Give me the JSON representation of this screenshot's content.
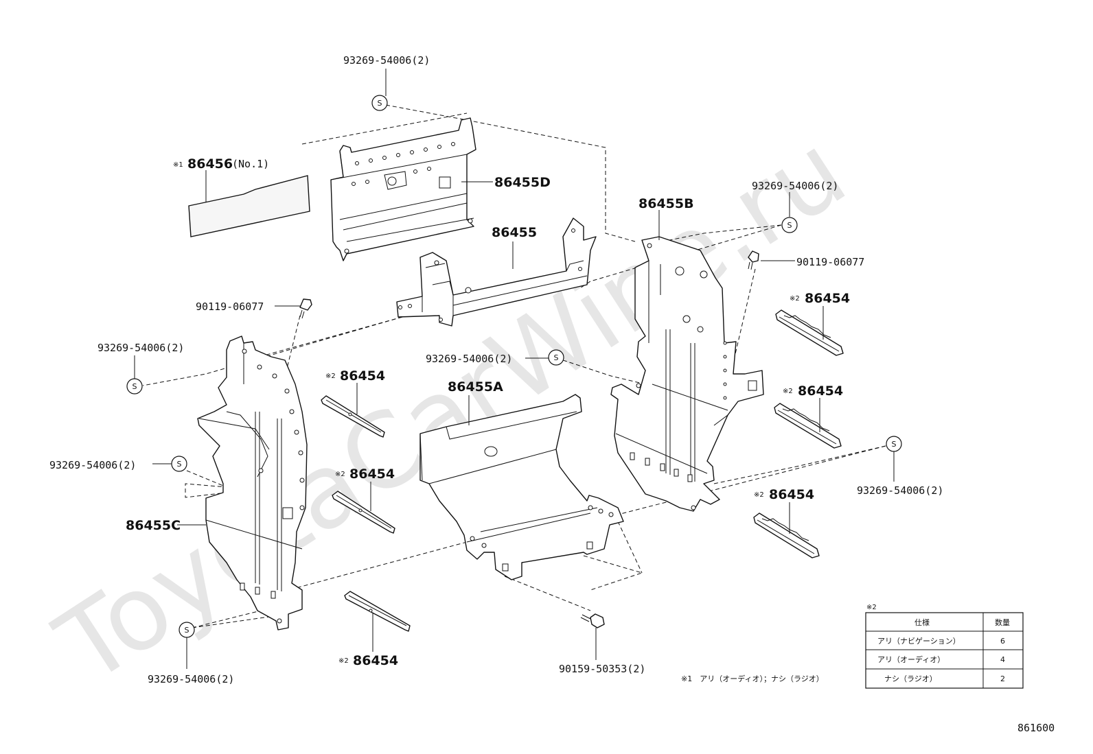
{
  "watermark": "ToyotaCarWine.ru",
  "diagram_code": "861600",
  "labels": {
    "top_screw": "93269-54006(2)",
    "part_86456_mark": "※1",
    "part_86456": "86456",
    "part_86456_suffix": "(No.1)",
    "part_86455D": "86455D",
    "right_top_screw": "93269-54006(2)",
    "part_86455B": "86455B",
    "part_86455": "86455",
    "right_bolt": "90119-06077",
    "left_bolt": "90119-06077",
    "left_upper_screw": "93269-54006(2)",
    "mid_screw": "93269-54006(2)",
    "part_86455A": "86455A",
    "left_mid_screw": "93269-54006(2)",
    "part_86455C": "86455C",
    "right_lower_screw": "93269-54006(2)",
    "bottom_left_screw": "93269-54006(2)",
    "bottom_bolt": "90159-50353(2)",
    "s_mark": "S"
  },
  "rails": [
    {
      "mark": "※2",
      "part": "86454"
    },
    {
      "mark": "※2",
      "part": "86454"
    },
    {
      "mark": "※2",
      "part": "86454"
    },
    {
      "mark": "※2",
      "part": "86454"
    },
    {
      "mark": "※2",
      "part": "86454"
    },
    {
      "mark": "※2",
      "part": "86454"
    }
  ],
  "note1": "※1　アリ（オーディオ）；ナシ（ラジオ）",
  "table": {
    "mark": "※2",
    "headers": [
      "仕様",
      "数量"
    ],
    "rows": [
      {
        "spec": "アリ（ナビゲーション）",
        "qty": "6"
      },
      {
        "spec": "アリ（オーディオ）",
        "qty": "4"
      },
      {
        "spec": "ナシ（ラジオ）",
        "qty": "2"
      }
    ]
  }
}
